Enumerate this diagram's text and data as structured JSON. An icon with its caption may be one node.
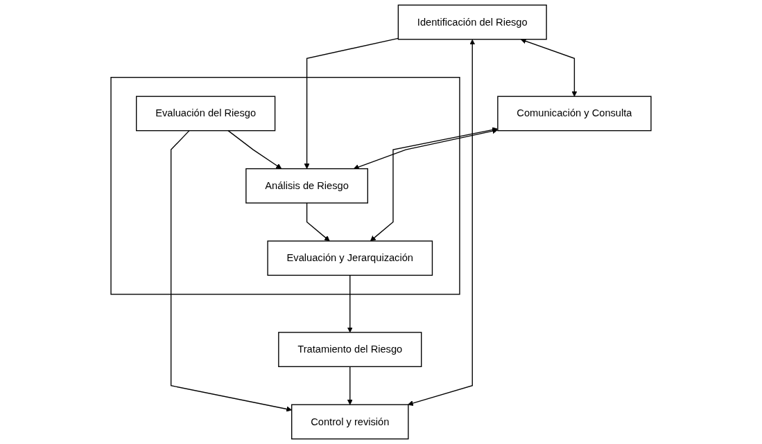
{
  "diagram": {
    "nodes": [
      {
        "text": [
          "Identificación del Riesgo"
        ]
      },
      {
        "text": [
          "Comunicación y Consulta"
        ]
      },
      {
        "text": [],
        "shape": "box"
      },
      {
        "text": [
          "Análisis de Riesgo"
        ],
        "in": 2
      },
      {
        "text": [
          "Evaluación y Jerarquización"
        ],
        "in": 2
      },
      {
        "text": [
          "Evaluación del Riesgo"
        ],
        "in": 2
      },
      {
        "text": [
          "Control y revisión"
        ]
      },
      {
        "text": [
          "Tratamiento del Riesgo"
        ]
      }
    ],
    "edges": [
      {
        "from": 0,
        "to": 1,
        "arrow": "both"
      },
      {
        "from": 0,
        "to": 6,
        "arrow": "both"
      },
      {
        "from": 0,
        "to": 3,
        "arrow": "to"
      },
      {
        "from": 1,
        "to": 3,
        "arrow": "both"
      },
      {
        "from": 1,
        "to": 4,
        "arrow": "both"
      },
      {
        "from": 3,
        "to": 4,
        "arrow": "to"
      },
      {
        "from": 5,
        "to": 3,
        "arrow": "to"
      },
      {
        "from": 5,
        "to": 6,
        "arrow": "to"
      },
      {
        "from": 4,
        "to": 7,
        "arrow": "to"
      },
      {
        "from": 7,
        "to": 6,
        "arrow": "to"
      }
    ]
  }
}
